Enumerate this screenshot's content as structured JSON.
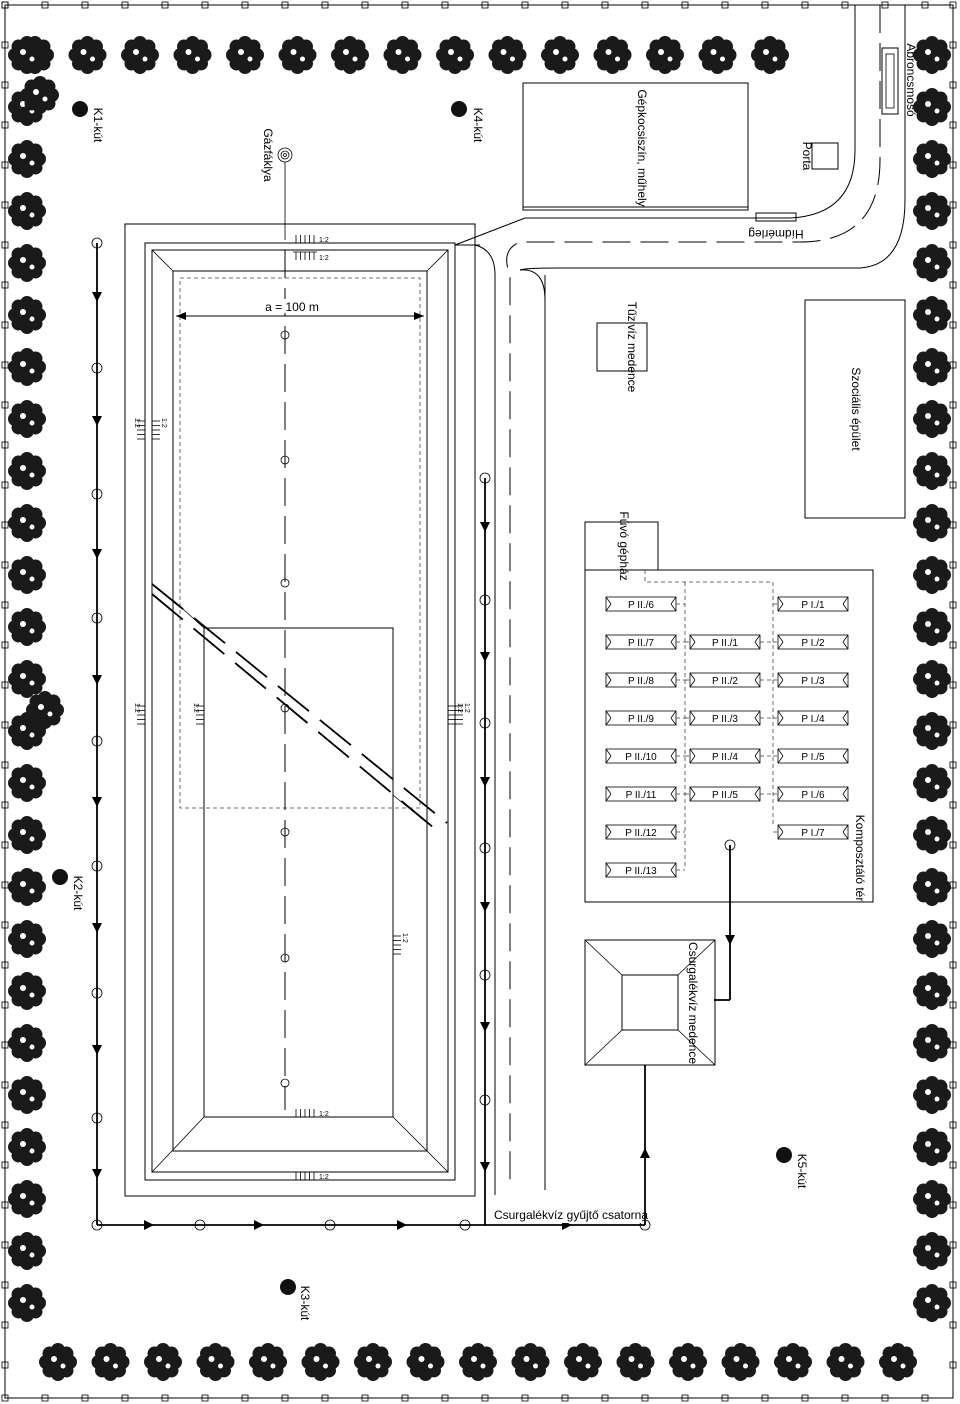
{
  "labels": {
    "k1_well": "K1-kút",
    "k2_well": "K2-kút",
    "k3_well": "K3-kút",
    "k4_well": "K4-kút",
    "k5_well": "K5-kút",
    "gas_flare": "Gázfáklya",
    "garage": "Gépkocsiszín, műhely",
    "gate": "Porta",
    "tire_wash": "Abroncsmosó",
    "weighbridge": "Hídmérleg",
    "fire_water_pond": "Tűzivíz medence",
    "social_building": "Szociális épület",
    "blower_house": "Fúvó gépház",
    "composting_area": "Komposztáló tér",
    "leachate_pond": "Csurgalékvíz medence",
    "leachate_channel": "Csurgalékvíz gyűjtő csatorna",
    "dimension_a": "a = 100 m",
    "slope": "1:2"
  },
  "piles_group_II_left": [
    "P II./6",
    "P II./7",
    "P II./8",
    "P II./9",
    "P II./10",
    "P II./11",
    "P II./12",
    "P II./13"
  ],
  "piles_group_II_mid": [
    "P II./1",
    "P II./2",
    "P II./3",
    "P II./4",
    "P II./5"
  ],
  "piles_group_I": [
    "P I./1",
    "P I./2",
    "P I./3",
    "P I./4",
    "P I./5",
    "P I./6",
    "P I./7"
  ]
}
